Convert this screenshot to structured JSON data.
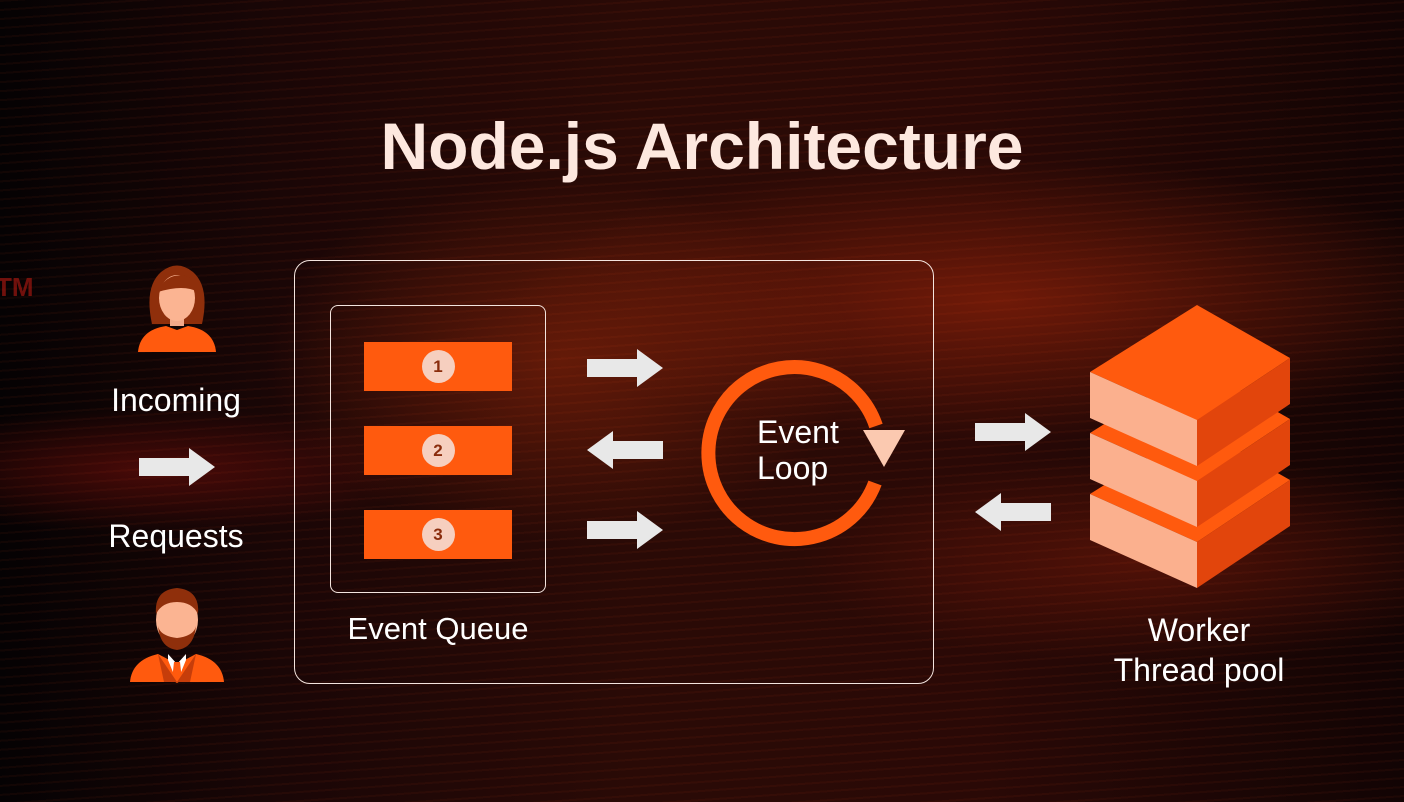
{
  "title": "Node.js Architecture",
  "background_mark": "TM",
  "clients": {
    "label_top": "Incoming",
    "label_bottom": "Requests"
  },
  "event_queue": {
    "label": "Event Queue",
    "items": [
      "1",
      "2",
      "3"
    ]
  },
  "event_loop": {
    "line1": "Event",
    "line2": "Loop"
  },
  "worker_pool": {
    "line1": "Worker",
    "line2": "Thread pool"
  },
  "colors": {
    "accent": "#ff5a0e",
    "light_accent": "#f6cfbf",
    "arrow": "#e8e8e8",
    "title": "#fde8df"
  }
}
